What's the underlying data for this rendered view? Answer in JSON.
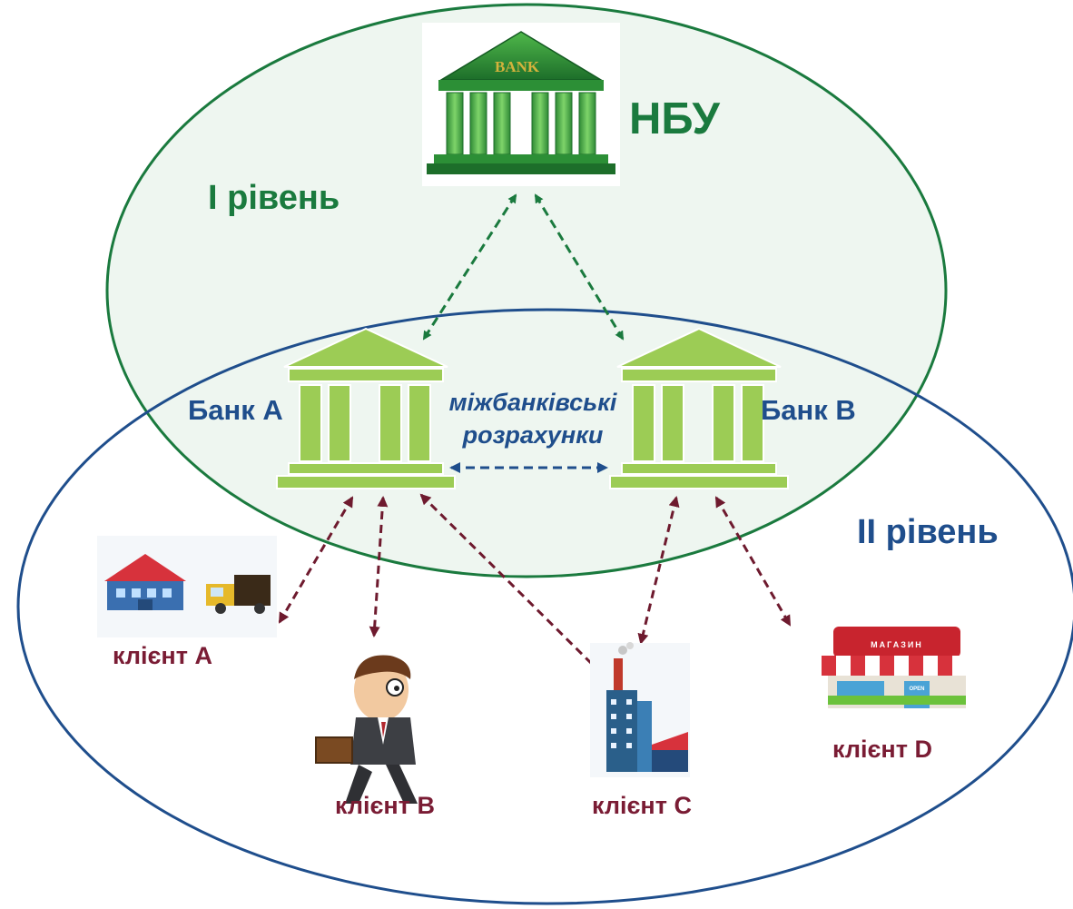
{
  "top_level": {
    "org": "НБУ",
    "level_label": "І рівень",
    "sign": "BANK"
  },
  "second_level": {
    "level_label": "ІІ рівень"
  },
  "banks": {
    "bank_a": "Банк А",
    "bank_b": "Банк В"
  },
  "interbank": {
    "line1": "міжбанківські",
    "line2": "розрахунки"
  },
  "clients": {
    "a": "клієнт А",
    "b": "клієнт В",
    "c": "клієнт С",
    "d": "клієнт D"
  },
  "shop_sign": "МАГАЗИН",
  "shop_badge": "OPEN",
  "colors": {
    "upper_ellipse_stroke": "#1a7a3e",
    "upper_ellipse_fill": "#eef6f0",
    "lower_ellipse_stroke": "#1f4e8c",
    "nbu_arrows": "#1a7a3e",
    "interbank_arrow": "#1f4e8c",
    "client_arrows": "#6e1a2e",
    "commercial_bank": "#9ccc55"
  }
}
